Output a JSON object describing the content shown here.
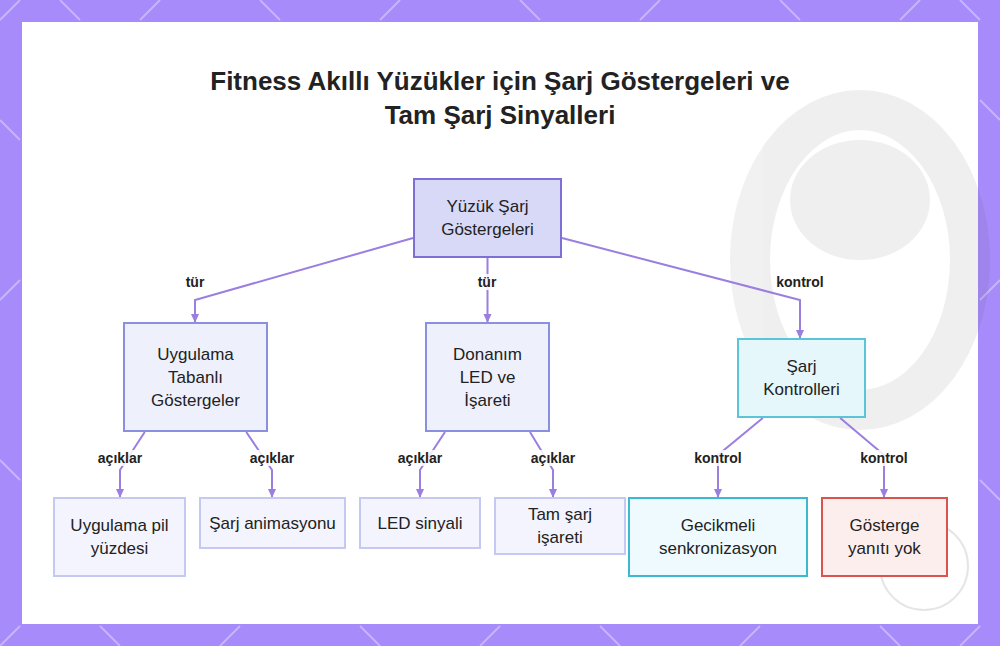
{
  "diagram": {
    "title": "Fitness Akıllı Yüzükler için Şarj Göstergeleri ve Tam Şarj Sinyalleri",
    "nodes": [
      {
        "text": [
          "Yüzük Şarj Göstergeleri"
        ]
      },
      {
        "text": [
          "Uygulama Tabanlı Göstergeler"
        ]
      },
      {
        "text": [
          "Donanım LED ve İşareti"
        ]
      },
      {
        "text": [
          "Şarj Kontrolleri"
        ]
      },
      {
        "text": [
          "Uygulama pil yüzdesi"
        ]
      },
      {
        "text": [
          "Şarj animasyonu"
        ]
      },
      {
        "text": [
          "LED sinyali"
        ]
      },
      {
        "text": [
          "Tam şarj işareti"
        ]
      },
      {
        "text": [
          "Gecikmeli senkronizasyon"
        ]
      },
      {
        "text": [
          "Gösterge yanıtı yok"
        ]
      }
    ],
    "edges": [
      {
        "from": 0,
        "to": 1,
        "label": "tür",
        "arrow": "to"
      },
      {
        "from": 0,
        "to": 2,
        "label": "tür",
        "arrow": "to"
      },
      {
        "from": 0,
        "to": 3,
        "label": "kontrol",
        "arrow": "to"
      },
      {
        "from": 1,
        "to": 4,
        "label": "açıklar",
        "arrow": "to"
      },
      {
        "from": 1,
        "to": 5,
        "label": "açıklar",
        "arrow": "to"
      },
      {
        "from": 2,
        "to": 6,
        "label": "açıklar",
        "arrow": "to"
      },
      {
        "from": 2,
        "to": 7,
        "label": "açıklar",
        "arrow": "to"
      },
      {
        "from": 3,
        "to": 8,
        "label": "kontrol",
        "arrow": "to"
      },
      {
        "from": 3,
        "to": 9,
        "label": "kontrol",
        "arrow": "to"
      }
    ]
  }
}
